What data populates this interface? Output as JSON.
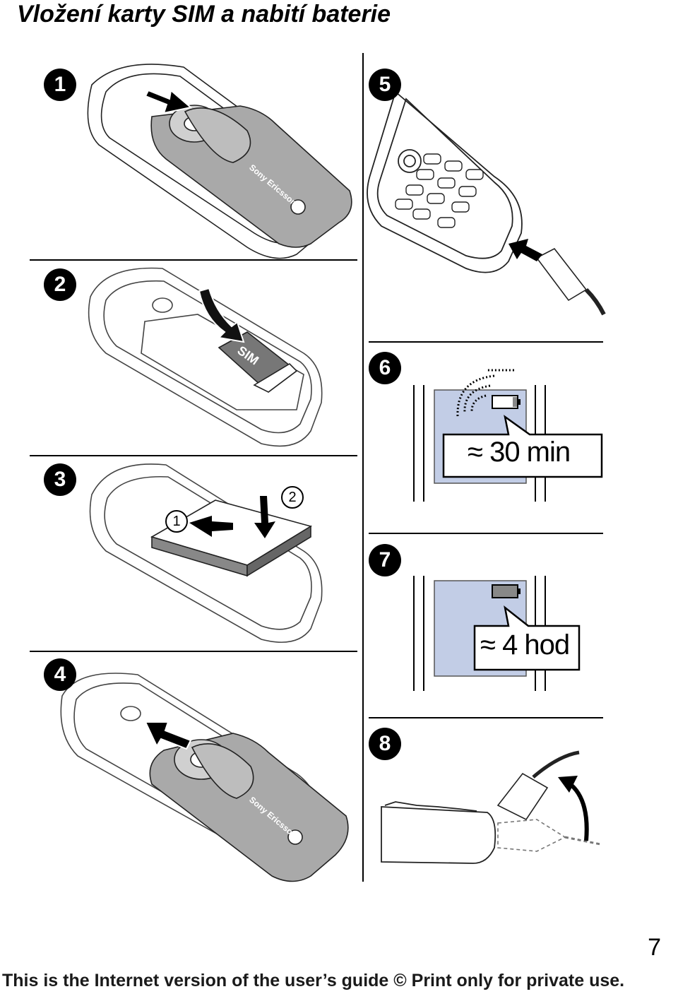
{
  "page": {
    "title": "Vložení karty SIM a nabití baterie",
    "page_number": "7",
    "footer": "This is the Internet version of the user’s guide © Print only for private use."
  },
  "steps": [
    {
      "number": "1"
    },
    {
      "number": "2",
      "label": "SIM"
    },
    {
      "number": "3",
      "callouts": [
        "1",
        "2"
      ]
    },
    {
      "number": "4"
    },
    {
      "number": "5"
    },
    {
      "number": "6",
      "bubble": "≈ 30 min"
    },
    {
      "number": "7",
      "bubble": "≈ 4 hod"
    },
    {
      "number": "8"
    }
  ],
  "brand_text": "Sony Ericsson",
  "colors": {
    "screen": "#c2cde6",
    "cover": "#a9a9a9",
    "line": "#000000"
  }
}
